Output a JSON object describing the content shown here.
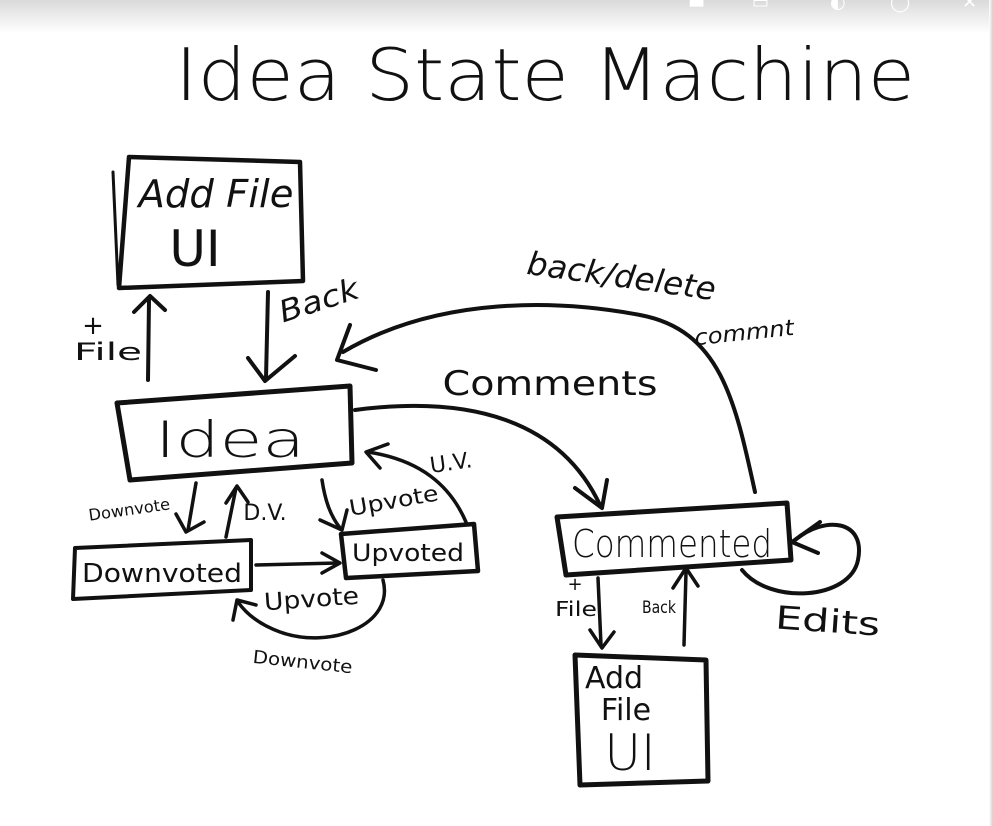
{
  "title": "Idea State Machine",
  "nodes": {
    "add_file_ui_top": {
      "line1": "Add File",
      "line2": "UI"
    },
    "idea": "Idea",
    "downvoted": "Downvoted",
    "upvoted": "Upvoted",
    "commented": "Commented",
    "add_file_ui_bottom": {
      "line1": "Add",
      "line2": "File",
      "line3": "UI"
    }
  },
  "edges": {
    "plus_file_top": {
      "plus": "+",
      "text": "File"
    },
    "back_top": "Back",
    "back_delete": "back/delete",
    "comment": "commnt",
    "comments": "Comments",
    "uv": "U.V.",
    "dv": "D.V.",
    "downvote_left": "Downvote",
    "upvote_right": "Upvote",
    "upvote_bottom": "Upvote",
    "downvote_bottom": "Downvote",
    "plus_file_bottom": {
      "plus": "+",
      "text": "File"
    },
    "back_bottom": "Back",
    "edits": "Edits"
  },
  "icons": [
    "minimize-icon",
    "maximize-icon",
    "close-icon"
  ]
}
